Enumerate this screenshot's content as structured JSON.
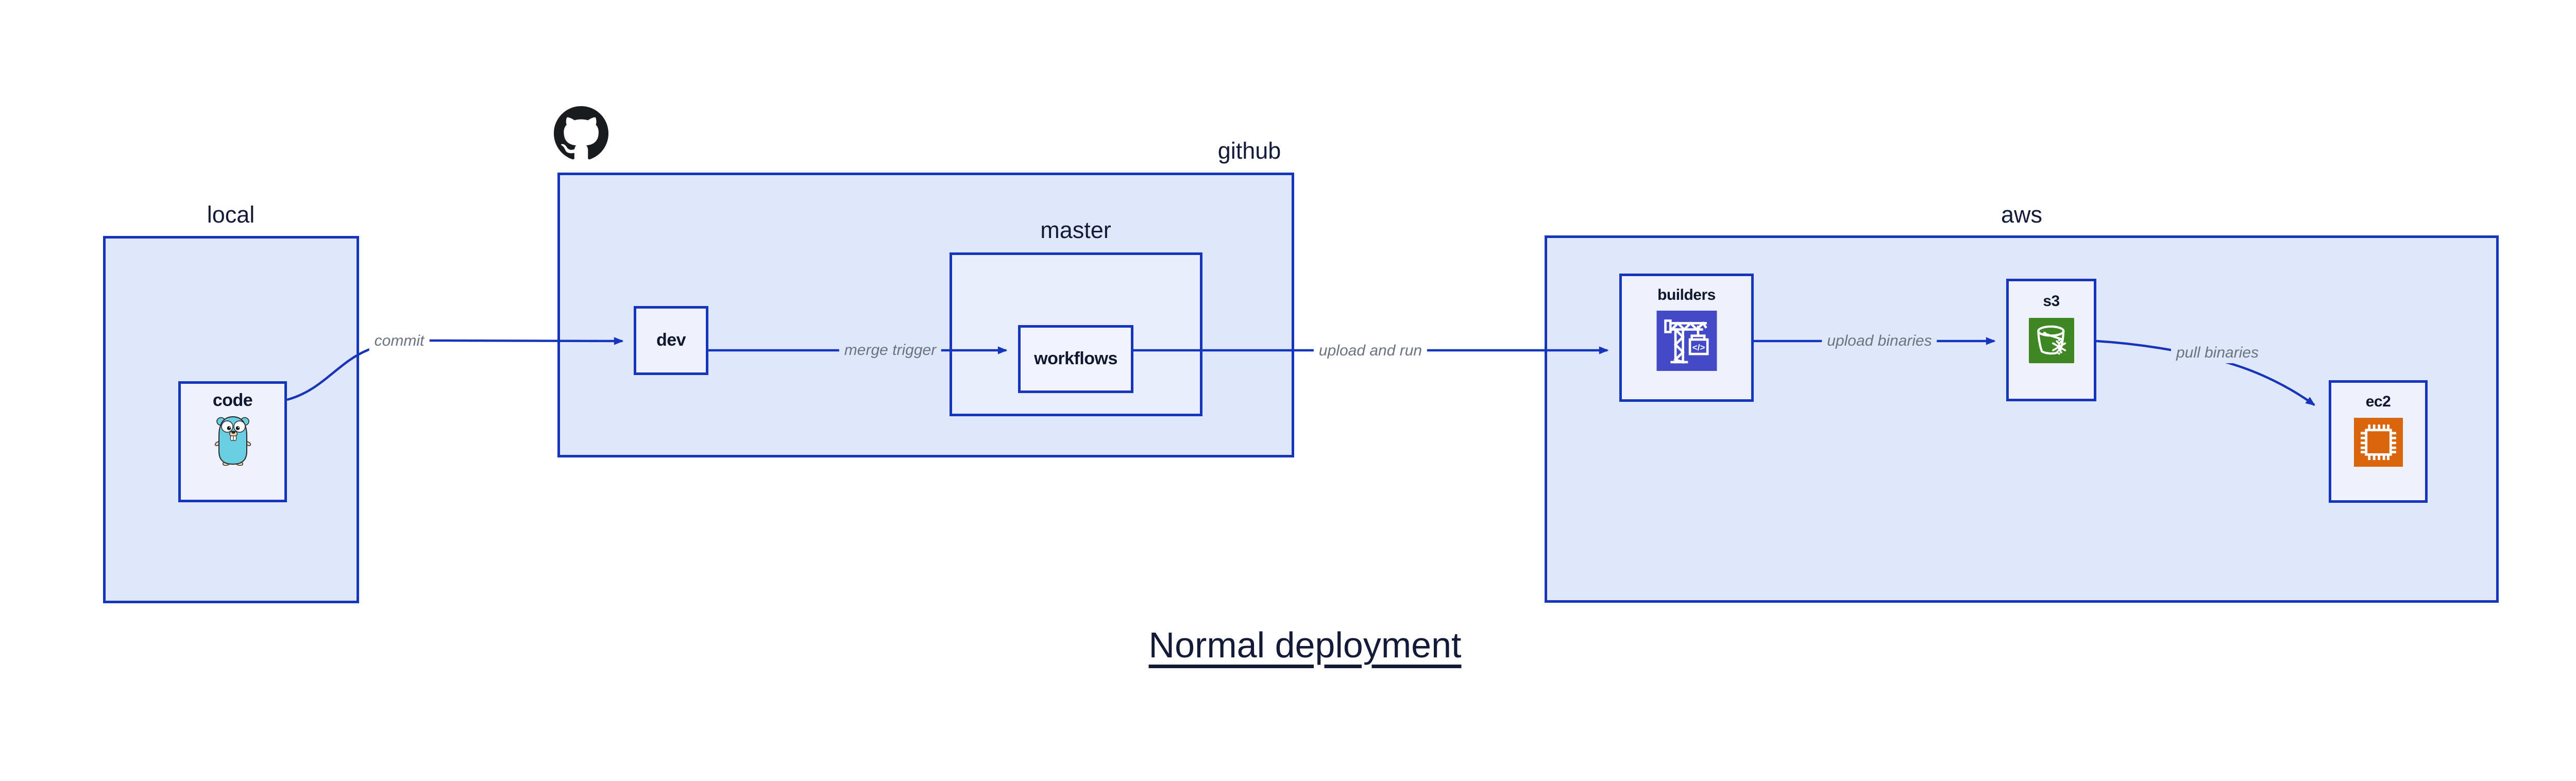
{
  "title": {
    "text": "Normal deployment"
  },
  "groups": [
    {
      "id": "local",
      "label": "local"
    },
    {
      "id": "github",
      "label": "github"
    },
    {
      "id": "master",
      "label": "master"
    },
    {
      "id": "aws",
      "label": "aws"
    }
  ],
  "nodes": [
    {
      "id": "code",
      "label": "code",
      "icon": "go-gopher-icon"
    },
    {
      "id": "dev",
      "label": "dev"
    },
    {
      "id": "workflows",
      "label": "workflows"
    },
    {
      "id": "builders",
      "label": "builders",
      "icon": "codebuild-crane-icon"
    },
    {
      "id": "s3",
      "label": "s3",
      "icon": "s3-glacier-bucket-icon"
    },
    {
      "id": "ec2",
      "label": "ec2",
      "icon": "ec2-chip-icon"
    }
  ],
  "edges": [
    {
      "label": "commit",
      "from": "code",
      "to": "dev"
    },
    {
      "label": "merge trigger",
      "from": "dev",
      "to": "workflows"
    },
    {
      "label": "upload and run",
      "from": "workflows",
      "to": "builders"
    },
    {
      "label": "upload binaries",
      "from": "builders",
      "to": "s3"
    },
    {
      "label": "pull binaries",
      "from": "s3",
      "to": "ec2"
    }
  ],
  "icons": {
    "logo": "github-mark-icon",
    "code_glyph": "</>"
  },
  "colors": {
    "border_blue": "#1536bb",
    "arrow_blue": "#1536bb",
    "group_fill": "#e1e7fa",
    "master_fill": "#eaeefc",
    "node_fill": "#eff2fd",
    "edge_label_gray": "#6b7280",
    "label_navy": "#141b38",
    "github_black": "#191b1f",
    "builders_icon_bg": "#4449c5",
    "s3_icon_bg": "#3f8624",
    "ec2_icon_bg": "#d9660f",
    "gopher_teal": "#68cee0"
  }
}
